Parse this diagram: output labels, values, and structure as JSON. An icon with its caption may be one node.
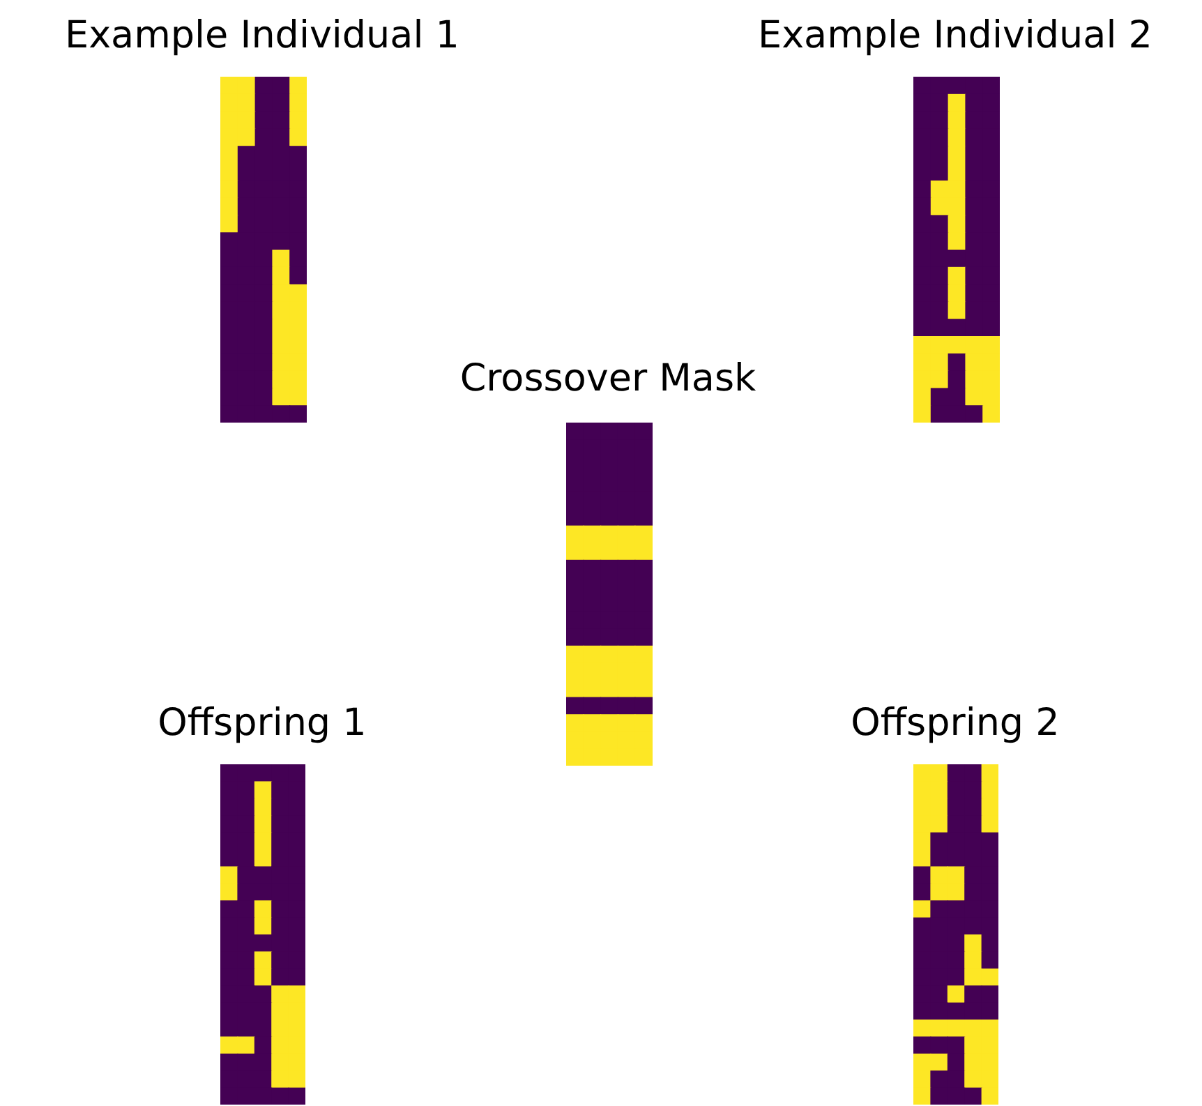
{
  "diagram": {
    "nodes": [
      {
        "text": [
          "Example Individual 1"
        ]
      },
      {
        "text": [
          "Example Individual 2"
        ]
      },
      {
        "text": [
          "Crossover Mask"
        ]
      },
      {
        "text": [
          "Offspring 1"
        ]
      },
      {
        "text": [
          "Offspring 2"
        ]
      }
    ]
  }
}
